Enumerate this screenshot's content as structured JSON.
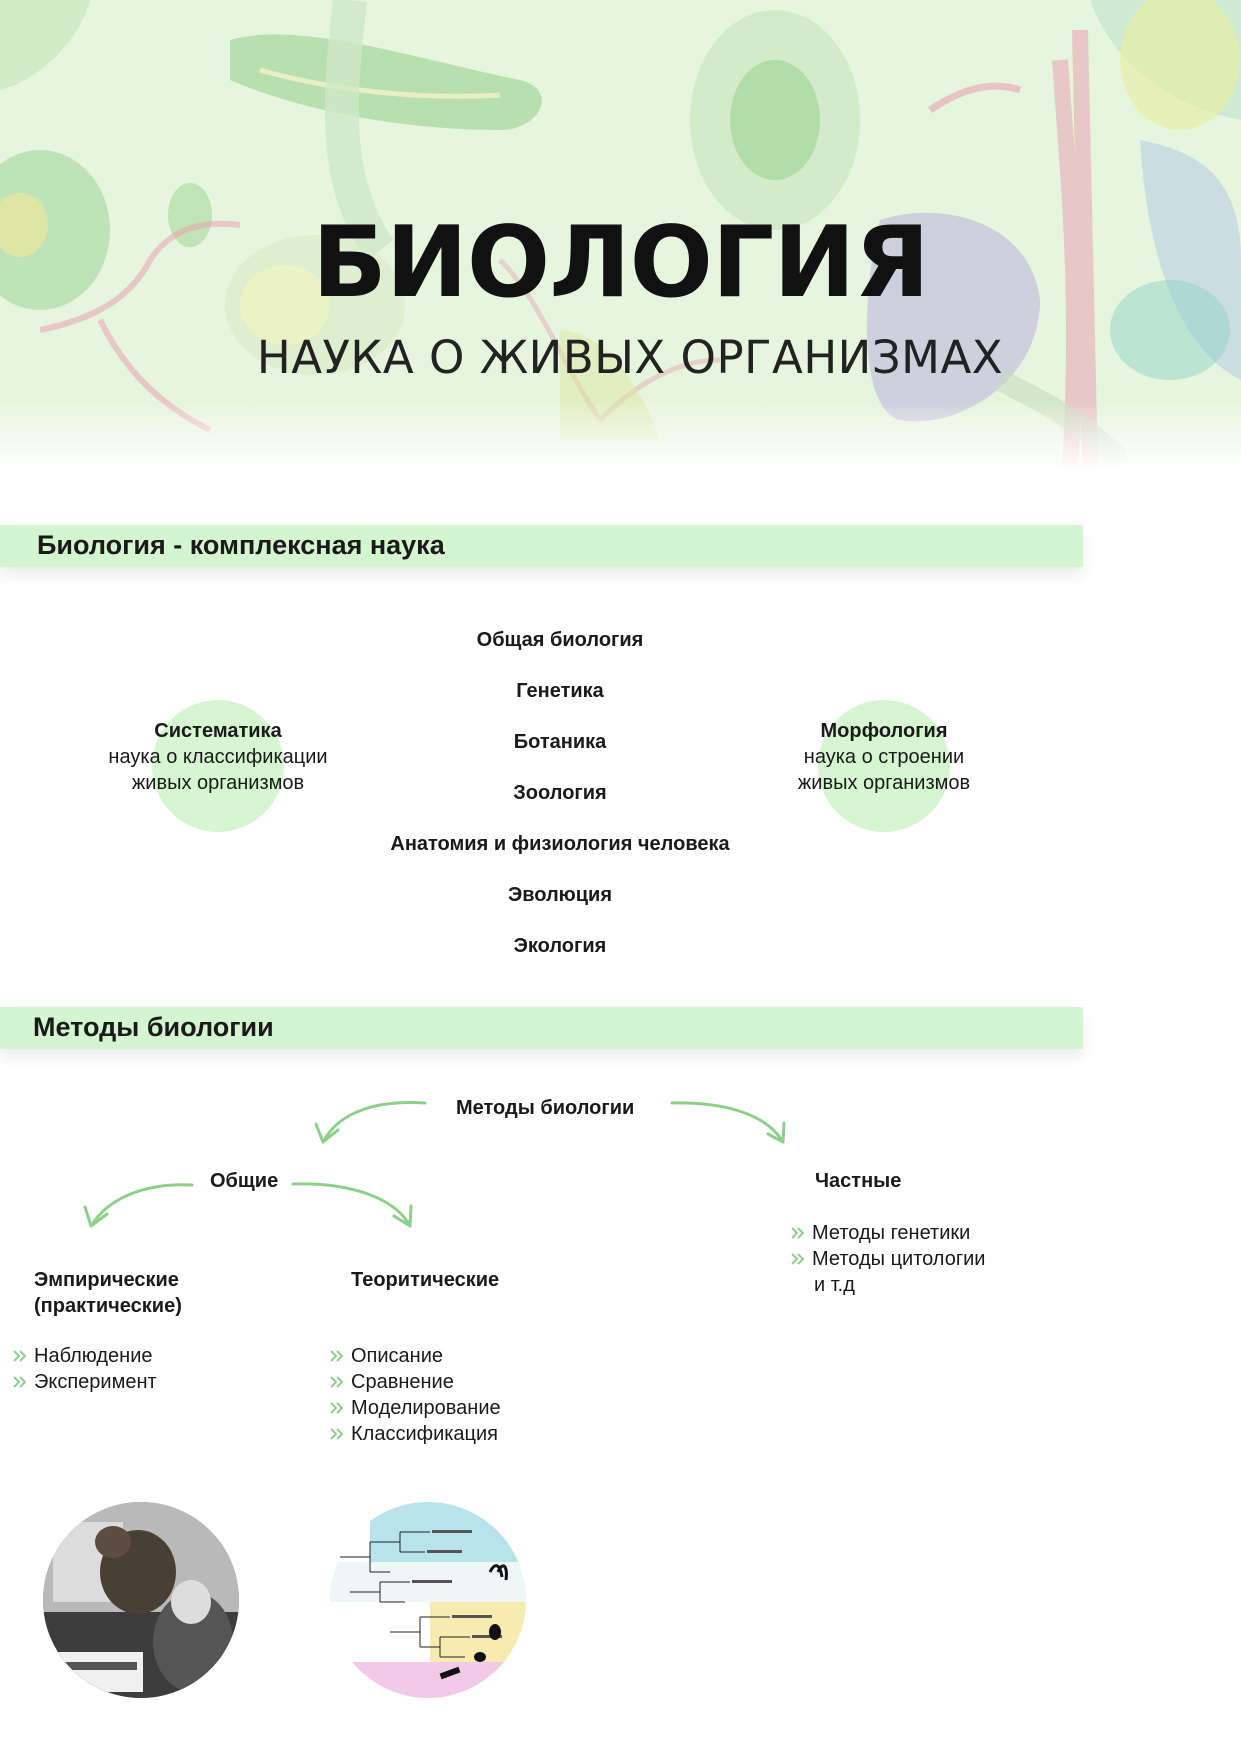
{
  "hero": {
    "title": "БИОЛОГИЯ",
    "subtitle": "НАУКА О ЖИВЫХ ОРГАНИЗМАХ"
  },
  "section1": {
    "title": "Биология - комплексная наука",
    "disciplines": [
      "Общая биология",
      "Генетика",
      "Ботаника",
      "Зоология",
      "Анатомия и физиология человека",
      "Эволюция",
      "Экология"
    ],
    "systematics": {
      "term": "Систематика",
      "line1": "наука о классификации",
      "line2": "живых организмов"
    },
    "morphology": {
      "term": "Морфология",
      "line1": "наука о строении",
      "line2": "живых организмов"
    }
  },
  "section2": {
    "title": "Методы биологии",
    "root": "Методы биологии",
    "general": "Общие",
    "specific": "Частные",
    "specific_items": [
      "Методы генетики",
      "Методы цитологии",
      "и т.д"
    ],
    "empirical_line1": "Эмпирические",
    "empirical_line2": "(практические)",
    "empirical_items": [
      "Наблюдение",
      "Эксперимент"
    ],
    "theoretical": "Теоритические",
    "theoretical_items": [
      "Описание",
      "Сравнение",
      "Моделирование",
      "Классификация"
    ]
  },
  "colors": {
    "accent_green": "#d3f5d0",
    "arrow_green": "#8fcf8c",
    "hero_bg": "#e8f6e0"
  }
}
